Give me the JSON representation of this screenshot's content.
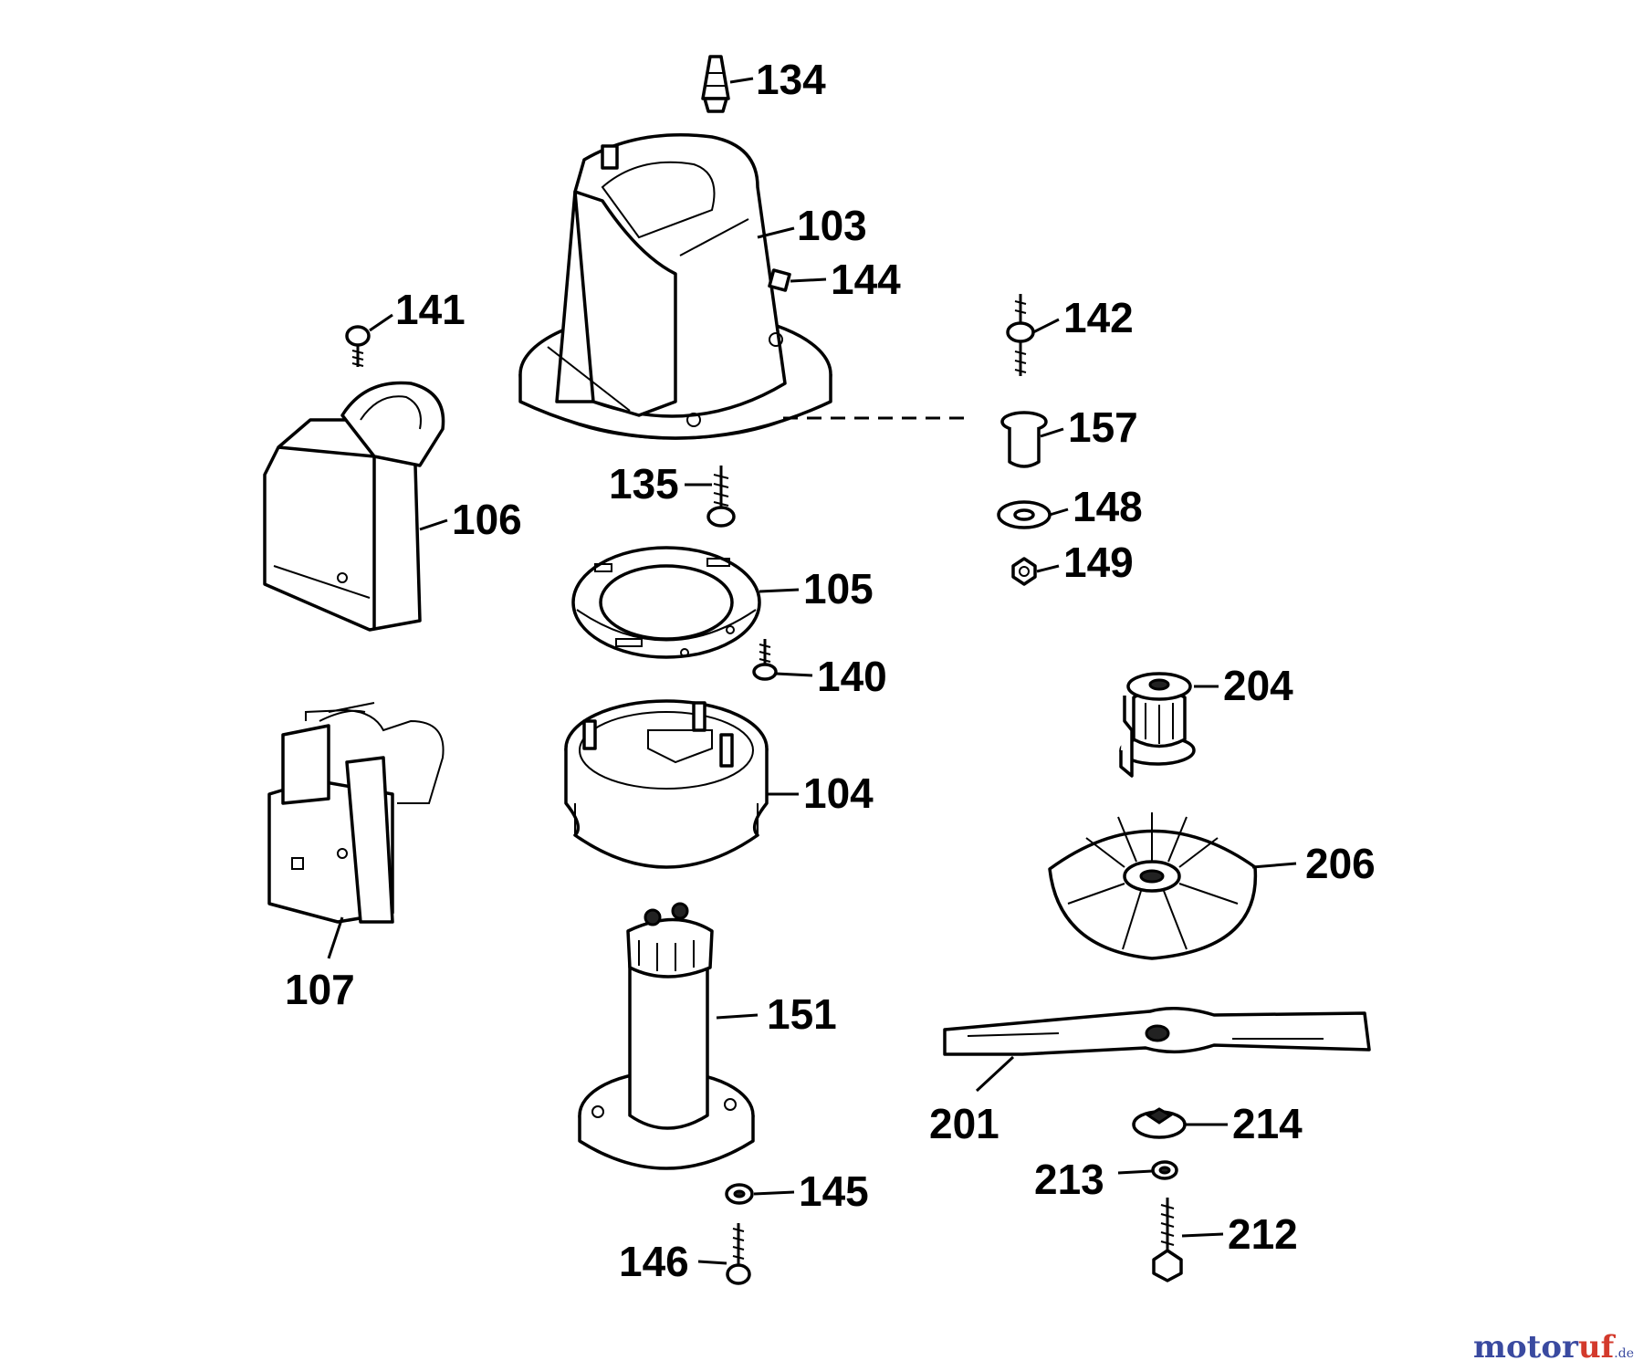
{
  "diagram": {
    "parts": [
      {
        "id": "134",
        "label": "134"
      },
      {
        "id": "103",
        "label": "103"
      },
      {
        "id": "144",
        "label": "144"
      },
      {
        "id": "141",
        "label": "141"
      },
      {
        "id": "142",
        "label": "142"
      },
      {
        "id": "157",
        "label": "157"
      },
      {
        "id": "135",
        "label": "135"
      },
      {
        "id": "106",
        "label": "106"
      },
      {
        "id": "148",
        "label": "148"
      },
      {
        "id": "149",
        "label": "149"
      },
      {
        "id": "105",
        "label": "105"
      },
      {
        "id": "140",
        "label": "140"
      },
      {
        "id": "204",
        "label": "204"
      },
      {
        "id": "107",
        "label": "107"
      },
      {
        "id": "104",
        "label": "104"
      },
      {
        "id": "206",
        "label": "206"
      },
      {
        "id": "151",
        "label": "151"
      },
      {
        "id": "201",
        "label": "201"
      },
      {
        "id": "214",
        "label": "214"
      },
      {
        "id": "213",
        "label": "213"
      },
      {
        "id": "212",
        "label": "212"
      },
      {
        "id": "145",
        "label": "145"
      },
      {
        "id": "146",
        "label": "146"
      }
    ]
  },
  "watermark": {
    "brand_a": "motor",
    "brand_b": "uf",
    "suffix": ".de"
  }
}
